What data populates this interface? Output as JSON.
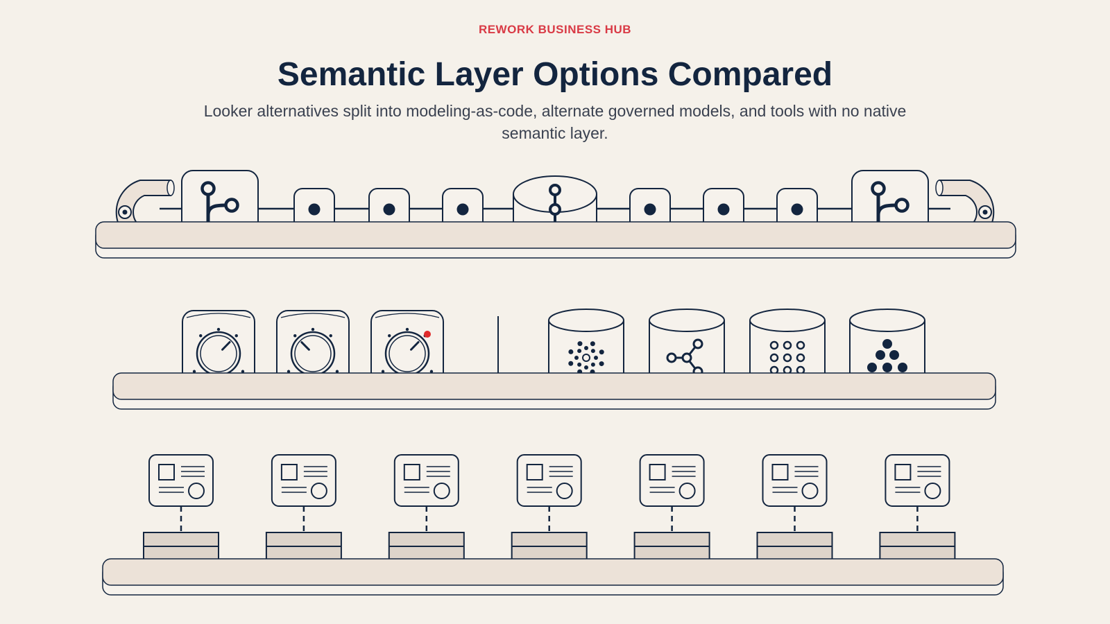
{
  "header": {
    "brand": "REWORK BUSINESS HUB",
    "title": "Semantic Layer Options Compared",
    "subtitle": "Looker alternatives split into modeling-as-code, alternate governed models, and tools with no native semantic layer."
  },
  "colors": {
    "background": "#f5f1ea",
    "brand_accent": "#d93a45",
    "navy": "#13253f",
    "text": "#3a4150",
    "shelf_fill": "#ece2d8",
    "card_fill": "#f6f2ec",
    "box_fill": "#ded4ca",
    "alert_dot": "#e02a2a"
  },
  "rows": {
    "modeling_as_code": {
      "icons": [
        "u-clamp-icon",
        "git-branch-icon",
        "node-dot-icon",
        "node-dot-icon",
        "node-dot-icon",
        "git-commit-cylinder-icon",
        "node-dot-icon",
        "node-dot-icon",
        "node-dot-icon",
        "git-branch-icon",
        "u-clamp-icon"
      ]
    },
    "governed_models": {
      "dials": [
        {
          "needle": "right"
        },
        {
          "needle": "left"
        },
        {
          "needle": "right",
          "alert": true
        }
      ],
      "databases": [
        "network-cluster-icon",
        "share-nodes-icon",
        "grid-dots-icon",
        "pyramid-dots-icon"
      ]
    },
    "no_semantic_layer": {
      "card_count": 7,
      "card_icon": "profile-card-icon",
      "box_icon": "storage-box-icon"
    }
  }
}
